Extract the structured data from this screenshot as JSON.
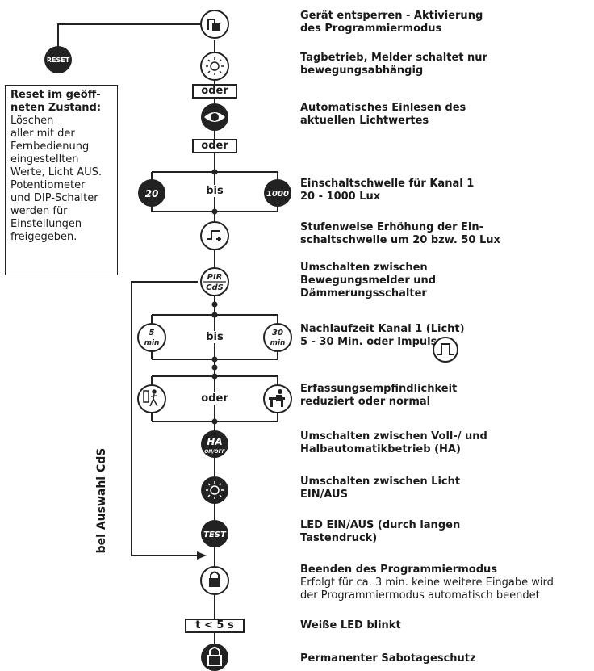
{
  "title_fragment": "Konfiguration über Fernbedienung",
  "reset": {
    "button_label": "RESET",
    "box_heading": "Reset im geöff-neten Zustand:",
    "box_heading_line1": "Reset im geöff-",
    "box_heading_line2": "neten Zustand:",
    "box_lines": [
      "Löschen",
      "aller mit der",
      "Fernbedienung",
      "eingestellten",
      "Werte, Licht AUS.",
      "Potentiometer",
      "und DIP-Schalter",
      "werden für",
      "Einstellungen",
      "freigegeben."
    ]
  },
  "connectors": {
    "oder_1": "oder",
    "oder_2": "oder",
    "bis_1": "bis",
    "bis_2": "bis",
    "oder_3": "oder",
    "timer": "t < 5 s"
  },
  "nodes": {
    "threshold_min": "20",
    "threshold_max": "1000",
    "pir_top": "PIR",
    "pir_bottom": "CdS",
    "time_min_value": "5",
    "time_min_unit": "min",
    "time_max_value": "30",
    "time_max_unit": "min",
    "ha_top": "HA",
    "ha_bottom": "ON/OFF",
    "test": "TEST"
  },
  "side_label": "bei Auswahl CdS",
  "steps": [
    {
      "lines": [
        "Gerät entsperren - Aktivierung",
        "des Programmiermodus"
      ]
    },
    {
      "lines": [
        "Tagbetrieb, Melder schaltet nur",
        "bewegungsabhängig"
      ]
    },
    {
      "lines": [
        "Automatisches Einlesen des",
        "aktuellen Lichtwertes"
      ]
    },
    {
      "lines": [
        "Einschaltschwelle für Kanal 1",
        "20 - 1000 Lux"
      ]
    },
    {
      "lines": [
        "Stufenweise Erhöhung der Ein-",
        "schaltschwelle um 20 bzw. 50 Lux"
      ]
    },
    {
      "lines": [
        "Umschalten zwischen",
        "Bewegungsmelder und",
        "Dämmerungsschalter"
      ]
    },
    {
      "lines": [
        "Nachlaufzeit Kanal 1 (Licht)",
        "5 - 30 Min. oder Impuls"
      ]
    },
    {
      "lines": [
        "Erfassungsempfindlichkeit",
        "reduziert oder normal"
      ]
    },
    {
      "lines": [
        "Umschalten zwischen Voll-/ und",
        "Halbautomatikbetrieb (HA)"
      ]
    },
    {
      "lines": [
        "Umschalten zwischen Licht",
        "EIN/AUS"
      ]
    },
    {
      "lines": [
        "LED EIN/AUS (durch langen",
        "Tastendruck)"
      ]
    },
    {
      "lines": [
        "Beenden des Programmiermodus"
      ],
      "normal_lines": [
        "Erfolgt für ca. 3 min. keine weitere Eingabe wird",
        "der Programmiermodus automatisch beendet"
      ]
    },
    {
      "lines": [
        "Weiße LED blinkt"
      ]
    },
    {
      "lines": [
        "Permanenter Sabotageschutz"
      ]
    }
  ]
}
